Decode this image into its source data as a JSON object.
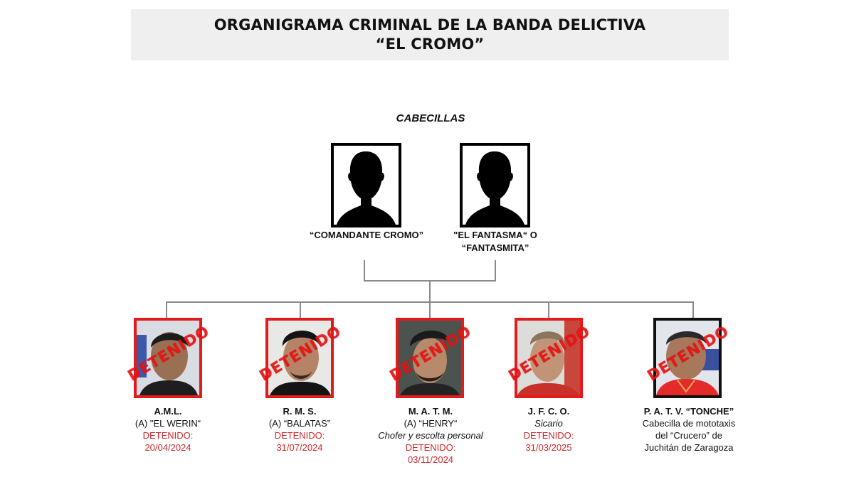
{
  "title": {
    "line1": "ORGANIGRAMA CRIMINAL DE LA BANDA DELICTIVA",
    "line2": "“EL CROMO”"
  },
  "section_label": "CABECILLAS",
  "leaders": [
    {
      "name_line1": "“COMANDANTE CROMO”",
      "name_line2": "",
      "photo": "silhouette-icon"
    },
    {
      "name_line1": "\"EL FANTASMA“ O",
      "name_line2": "“FANTASMITA”",
      "photo": "silhouette-icon"
    }
  ],
  "stamp_text": "DETENIDO",
  "members": [
    {
      "initials": "A.M.L.",
      "alias": "(A) \"EL WERIN“",
      "role": "",
      "status_label": "DETENIDO:",
      "date": "20/04/2024",
      "frame_color": "#e41b1b"
    },
    {
      "initials": "R. M. S.",
      "alias": "(A) “BALATAS”",
      "role": "",
      "status_label": "DETENIDO:",
      "date": "31/07/2024",
      "frame_color": "#e41b1b"
    },
    {
      "initials": "M. A. T. M.",
      "alias": "(A) “HENRY“",
      "role": "Chofer y escolta personal",
      "status_label": "DETENIDO:",
      "date": "03/11/2024",
      "frame_color": "#e41b1b"
    },
    {
      "initials": "J. F. C. O.",
      "alias": "",
      "role": "Sicario",
      "status_label": "DETENIDO:",
      "date": "31/03/2025",
      "frame_color": "#e41b1b"
    },
    {
      "initials": "P. A. T. V. “TONCHE”",
      "description_line1": "Cabecilla de mototaxis",
      "description_line2": "del “Crucero” de",
      "description_line3": "Juchitán de Zaragoza",
      "frame_color": "#111111"
    }
  ],
  "colors": {
    "title_bg": "#efefef",
    "detained_text": "#d0282a",
    "stamp": "#e81212",
    "connector": "#8a8a8a"
  }
}
